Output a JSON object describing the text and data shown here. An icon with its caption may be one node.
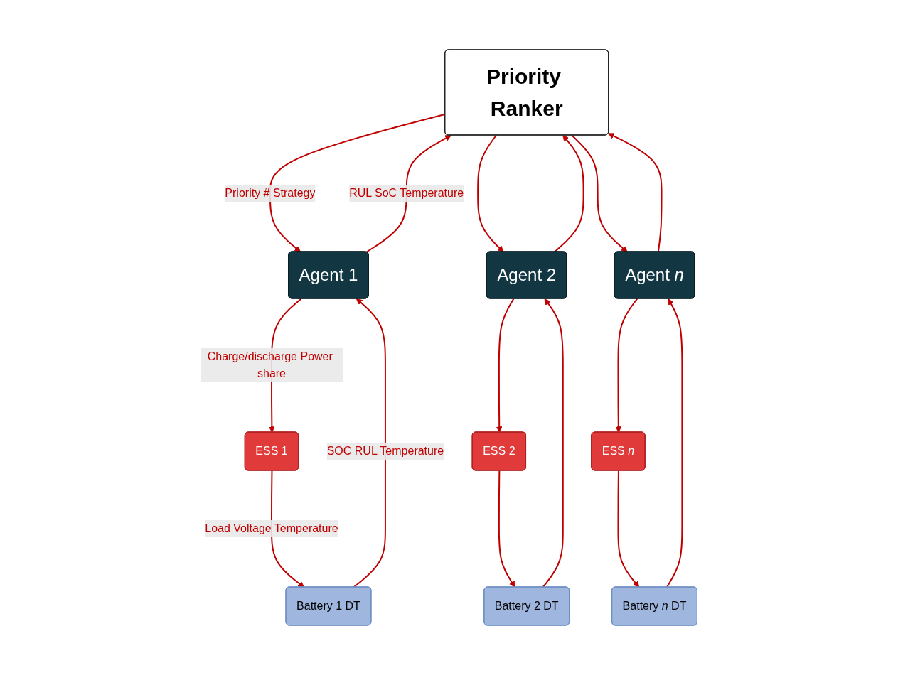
{
  "diagram": {
    "nodes": [
      {
        "text": [
          "Priority Ranker"
        ]
      },
      {
        "text": [
          "Agent 1"
        ]
      },
      {
        "text": [
          "Agent 2"
        ]
      },
      {
        "text": [
          "Agent *n*"
        ]
      },
      {
        "text": [
          "Battery 1 DT"
        ]
      },
      {
        "text": [
          "Battery 2 DT"
        ]
      },
      {
        "text": [
          "Battery *n* DT"
        ]
      },
      {
        "text": [
          "ESS 1"
        ]
      },
      {
        "text": [
          "ESS 2"
        ]
      },
      {
        "text": [
          "ESS *n*"
        ]
      }
    ],
    "edges": [
      {
        "from": 0,
        "to": 1,
        "arrow": "to",
        "label": "Priority # Strategy"
      },
      {
        "from": 1,
        "to": 0,
        "arrow": "to",
        "label": "RUL SoC Temperature"
      },
      {
        "from": 0,
        "to": 2,
        "arrow": "to"
      },
      {
        "from": 2,
        "to": 0,
        "arrow": "to"
      },
      {
        "from": 0,
        "to": 3,
        "arrow": "to"
      },
      {
        "from": 3,
        "to": 0,
        "arrow": "to"
      },
      {
        "from": 1,
        "to": 7,
        "arrow": "to",
        "label": "Charge/discharge Power share"
      },
      {
        "from": 4,
        "to": 1,
        "arrow": "to",
        "label": "SOC RUL Temperature"
      },
      {
        "from": 7,
        "to": 4,
        "arrow": "to",
        "label": "Load Voltage Temperature"
      },
      {
        "from": 2,
        "to": 8,
        "arrow": "to"
      },
      {
        "from": 5,
        "to": 2,
        "arrow": "to"
      },
      {
        "from": 8,
        "to": 5,
        "arrow": "to"
      },
      {
        "from": 3,
        "to": 9,
        "arrow": "to"
      },
      {
        "from": 6,
        "to": 3,
        "arrow": "to"
      },
      {
        "from": 9,
        "to": 6,
        "arrow": "to"
      }
    ]
  }
}
